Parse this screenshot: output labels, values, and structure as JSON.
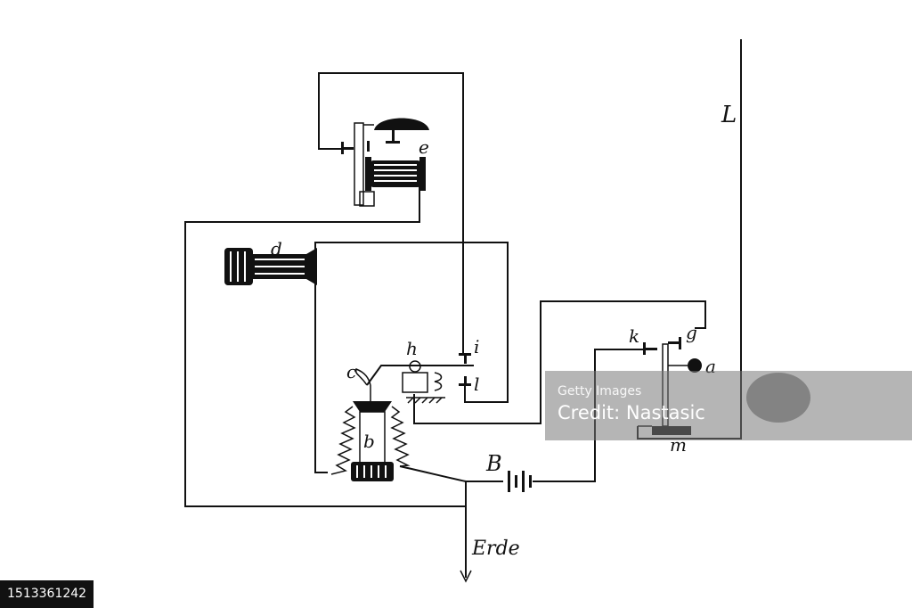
{
  "diagram": {
    "labels": {
      "L": "L",
      "e": "e",
      "d": "d",
      "h_lever": "h",
      "i": "i",
      "l": "l",
      "c": "c",
      "b": "b",
      "B": "B",
      "Erde": "Erde",
      "k": "k",
      "g": "g",
      "a": "a",
      "m": "m"
    }
  },
  "watermark": {
    "line1": "Credit: Nastasic",
    "brand": "Getty Images"
  },
  "image_id": "1513361242"
}
